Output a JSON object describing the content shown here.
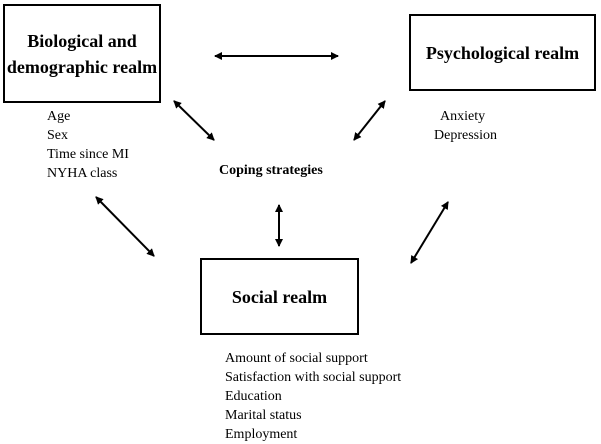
{
  "boxes": {
    "biological": "Biological and demographic realm",
    "psychological": "Psychological realm",
    "social": "Social realm"
  },
  "biological_items": [
    "Age",
    "Sex",
    "Time since MI",
    "NYHA class"
  ],
  "psychological_items": [
    "Anxiety",
    "Depression"
  ],
  "social_items": [
    "Amount of social support",
    "Satisfaction with social support",
    "Education",
    "Marital status",
    "Employment"
  ],
  "center_label": "Coping strategies"
}
